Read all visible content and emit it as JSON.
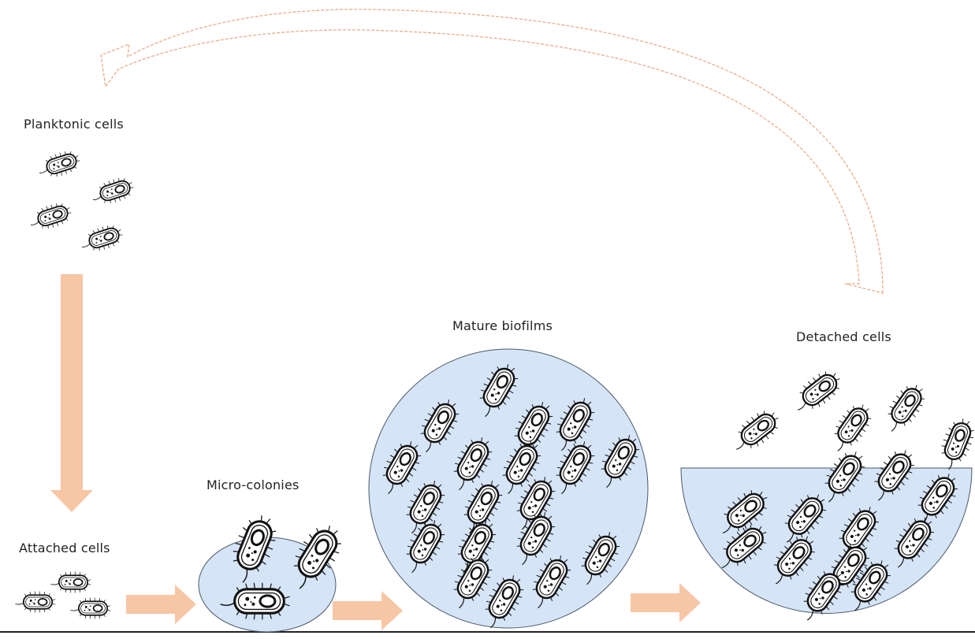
{
  "stages": {
    "planktonic": "Planktonic cells",
    "attached": "Attached cells",
    "micro": "Micro-colonies",
    "mature": "Mature biofilms",
    "detached": "Detached cells"
  },
  "colors": {
    "matrix_fill": "#d5e4f7",
    "matrix_stroke": "#4a5868",
    "arrow_fill": "#f7c6a5",
    "recycle_stroke": "#e8ad8a",
    "cell_body": "#ffffff",
    "cell_outline": "#111111",
    "surface": "#222222"
  }
}
